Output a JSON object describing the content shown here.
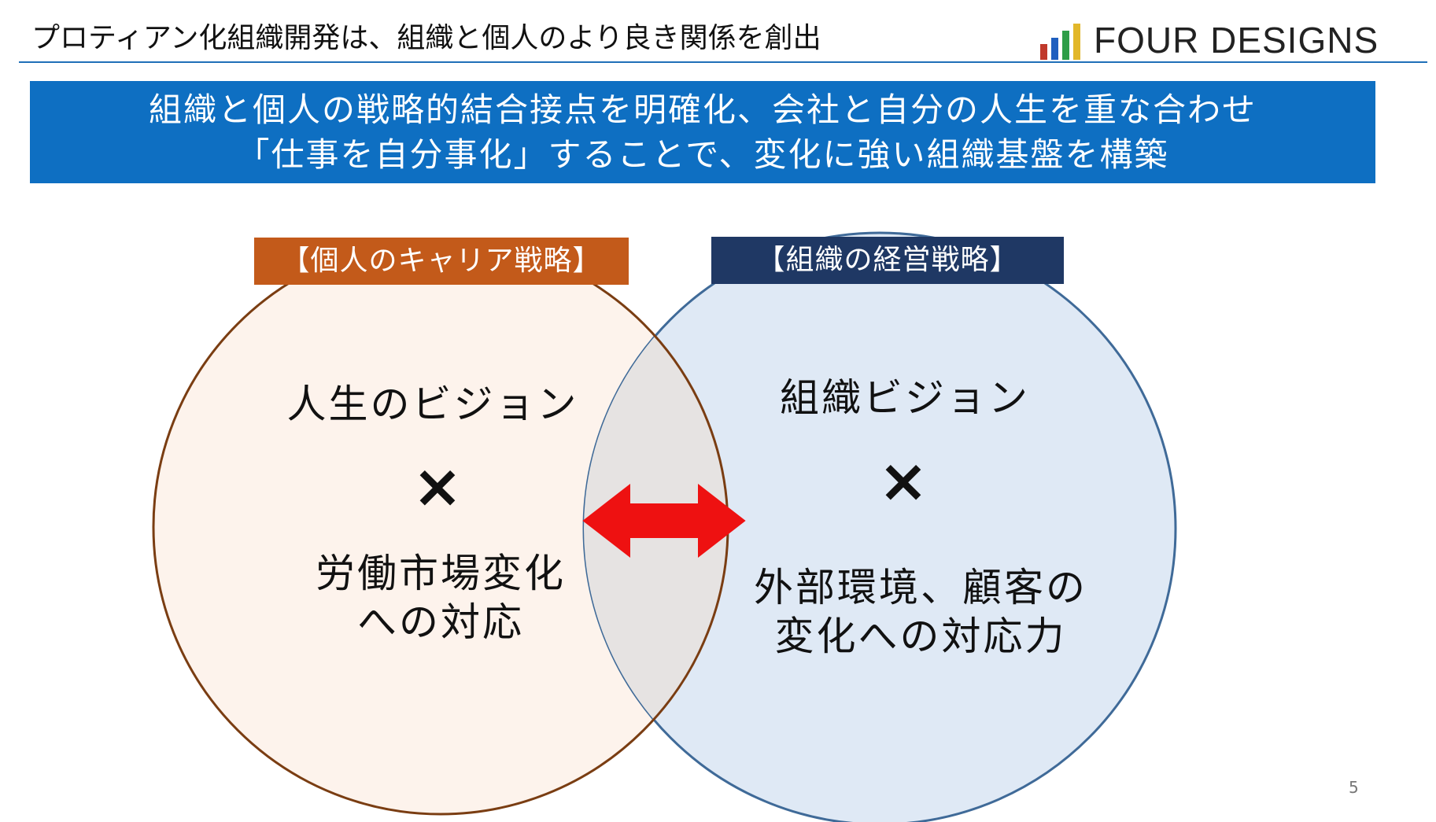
{
  "header": {
    "title": "プロティアン化組織開発は、組織と個人のより良き関係を創出",
    "logo_text": "FOUR DESIGNS",
    "logo_bar_colors": [
      "#c0392b",
      "#1f5fbf",
      "#2e9d48",
      "#e2b72a"
    ],
    "rule_color": "#1f6fb8"
  },
  "banner": {
    "line1": "組織と個人の戦略的結合接点を明確化、会社と自分の人生を重な合わせ",
    "line2": "「仕事を自分事化」することで、変化に強い組織基盤を構築",
    "background": "#0e6fc2"
  },
  "diagram": {
    "left": {
      "label": "【個人のキャリア戦略】",
      "vision": "人生のビジョン",
      "operator": "×",
      "factor_line1": "労働市場変化",
      "factor_line2": "への対応",
      "label_color": "#c35a1a",
      "fill_color": "#fdf3ec",
      "stroke_color": "#7a3d12"
    },
    "right": {
      "label": "【組織の経営戦略】",
      "vision": "組織ビジョン",
      "operator": "×",
      "factor_line1": "外部環境、顧客の",
      "factor_line2": "変化への対応力",
      "label_color": "#1f3864",
      "fill_color": "#dfe9f5",
      "stroke_color": "#3f6a98"
    },
    "overlap_color": "#e6e3e2",
    "arrow": {
      "name": "double-headed-arrow",
      "color": "#ee1111"
    }
  },
  "footer": {
    "page_number": "5"
  }
}
